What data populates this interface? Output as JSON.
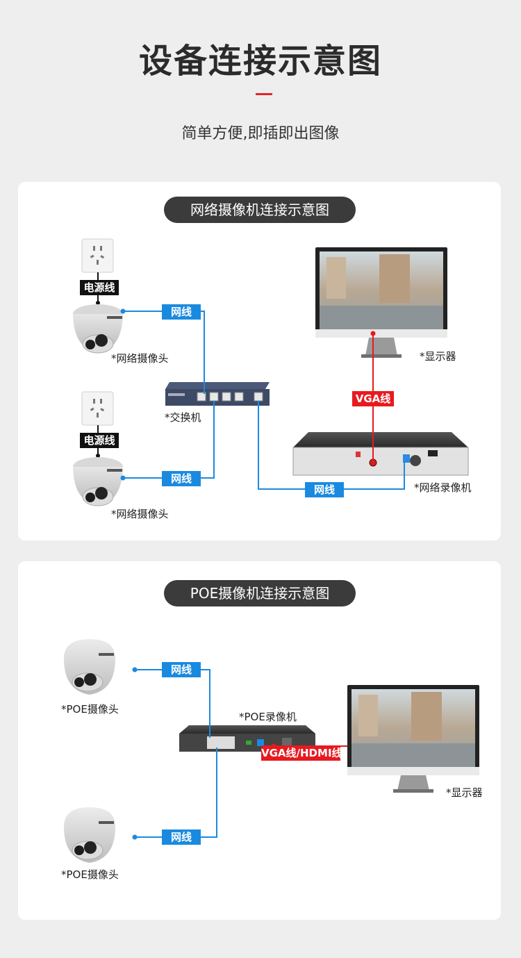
{
  "header": {
    "title": "设备连接示意图",
    "subtitle": "简单方便,即插即出图像"
  },
  "colors": {
    "network_cable": "#1a8ae0",
    "video_cable": "#e8191f",
    "power_cable": "#111111",
    "accent": "#e3262b"
  },
  "section1": {
    "title": "网络摄像机连接示意图",
    "power_cable_label": "电源线",
    "network_cable_label": "网线",
    "vga_label": "VGA线",
    "camera_label": "*网络摄像头",
    "switch_label": "*交换机",
    "monitor_label": "*显示器",
    "nvr_label": "*网络录像机"
  },
  "section2": {
    "title": "POE摄像机连接示意图",
    "network_cable_label": "网线",
    "video_label": "VGA线/HDMI线",
    "camera_label": "*POE摄像头",
    "nvr_label": "*POE录像机",
    "monitor_label": "*显示器"
  }
}
